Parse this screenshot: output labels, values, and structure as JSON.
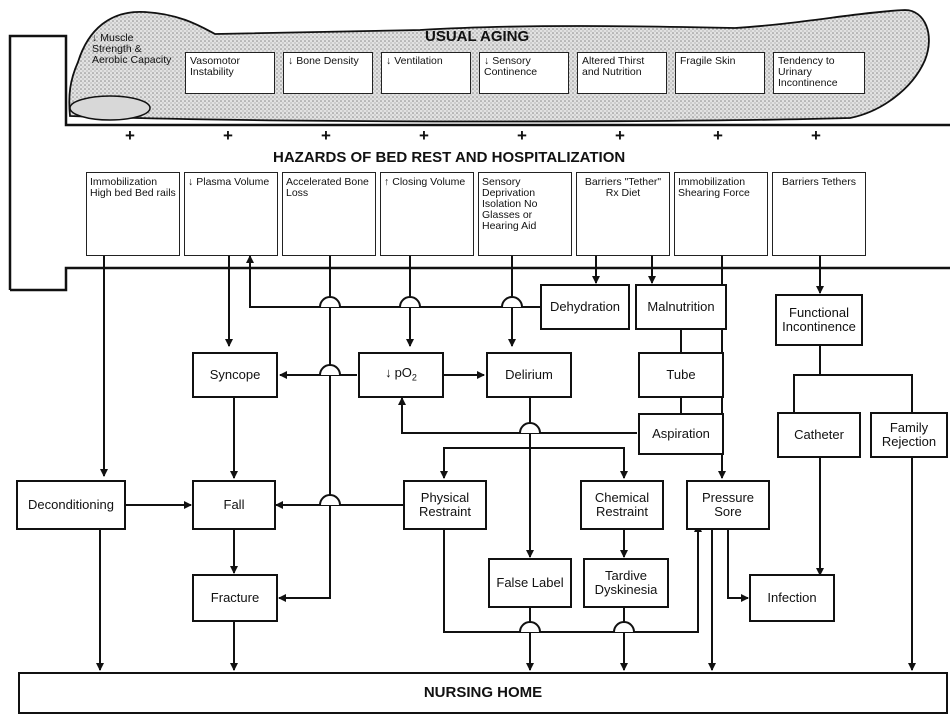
{
  "usual_aging": {
    "title": "USUAL AGING",
    "items": [
      {
        "arrow": "↓",
        "label": "Muscle Strength & Aerobic Capacity"
      },
      {
        "arrow": "",
        "label": "Vasomotor Instability"
      },
      {
        "arrow": "↓",
        "label": "Bone Density"
      },
      {
        "arrow": "↓",
        "label": "Ventilation"
      },
      {
        "arrow": "↓",
        "label": "Sensory Continence"
      },
      {
        "arrow": "",
        "label": "Altered Thirst and Nutrition"
      },
      {
        "arrow": "",
        "label": "Fragile Skin"
      },
      {
        "arrow": "",
        "label": "Tendency to Urinary Incontinence"
      }
    ],
    "plus_sign": "+"
  },
  "hazards": {
    "title": "HAZARDS OF BED REST AND HOSPITALIZATION",
    "items": [
      {
        "arrow": "",
        "label": "Immobilization High bed Bed rails"
      },
      {
        "arrow": "↓",
        "label": "Plasma Volume"
      },
      {
        "arrow": "",
        "label": "Accelerated Bone Loss"
      },
      {
        "arrow": "↑",
        "label": "Closing Volume"
      },
      {
        "arrow": "",
        "label": "Sensory Deprivation Isolation No Glasses or Hearing Aid"
      },
      {
        "arrow": "",
        "label": "Barriers \"Tether\" Rx Diet"
      },
      {
        "arrow": "",
        "label": "Immobilization Shearing Force"
      },
      {
        "arrow": "",
        "label": "Barriers Tethers"
      }
    ]
  },
  "outcomes": {
    "dehydration": "Dehydration",
    "malnutrition": "Malnutrition",
    "functional_incontinence": "Functional Incontinence",
    "syncope": "Syncope",
    "po2_arrow": "↓",
    "po2_label": "pO",
    "po2_sub": "2",
    "delirium": "Delirium",
    "tube": "Tube",
    "aspiration": "Aspiration",
    "catheter": "Catheter",
    "family_rejection": "Family Rejection",
    "deconditioning": "Deconditioning",
    "fall": "Fall",
    "physical_restraint": "Physical Restraint",
    "chemical_restraint": "Chemical Restraint",
    "pressure_sore": "Pressure Sore",
    "fracture": "Fracture",
    "false_label": "False Label",
    "tardive_dyskinesia": "Tardive Dyskinesia",
    "infection": "Infection",
    "nursing_home": "NURSING HOME"
  },
  "colors": {
    "line": "#111111",
    "body_fill": "#cfcfcf",
    "background": "#ffffff"
  }
}
